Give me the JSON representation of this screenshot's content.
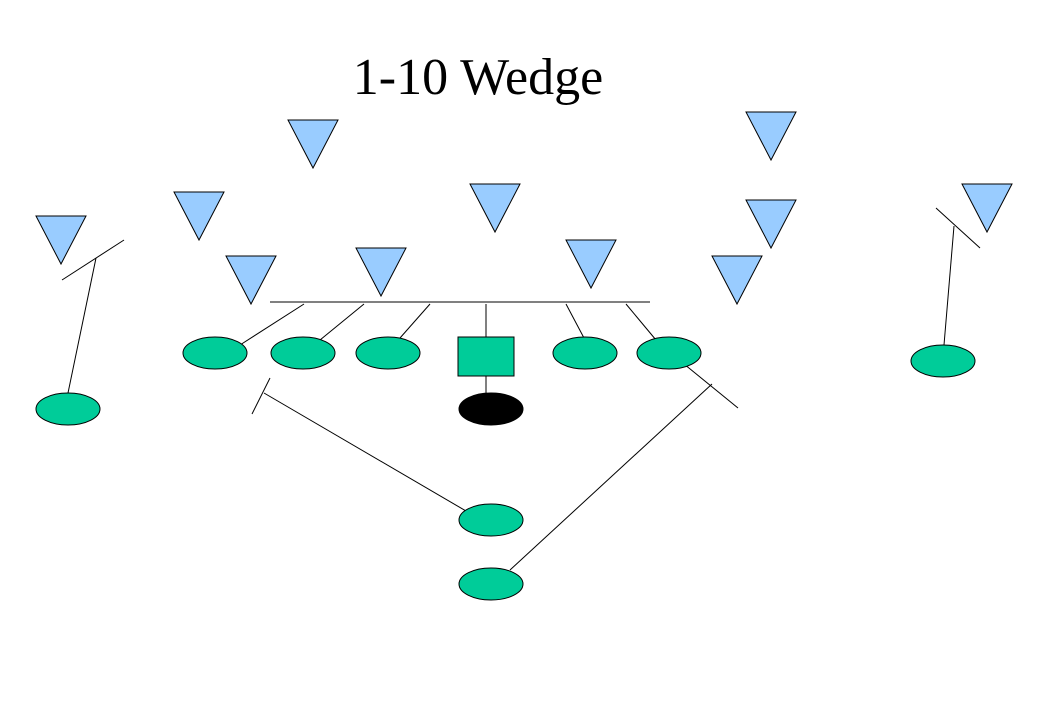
{
  "title": "1-10 Wedge",
  "colors": {
    "defense": "#99ccff",
    "offense": "#00cc99",
    "ball_carrier": "#000000",
    "lines": "#000000"
  },
  "icons": {
    "defender": "triangle-down",
    "offensive_player": "ellipse",
    "center": "square",
    "ball_carrier": "ellipse-filled"
  }
}
